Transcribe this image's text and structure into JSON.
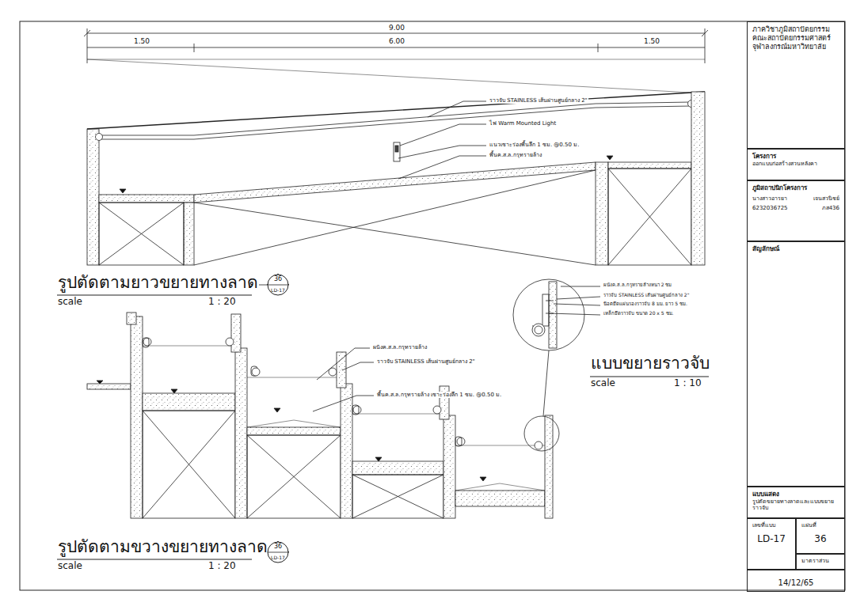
{
  "diagram": {
    "nodes": [
      {
        "text": [
          "ภาควิชาภูมิสถาปัตยกรรม",
          "คณะสถาปัตยกรรมศาสตร์",
          "จุฬาลงกรณ์มหาวิทยาลัย"
        ]
      },
      {
        "text": [
          "โครงการ",
          "ออกแบบก่อสร้างสวนหลังคา"
        ]
      },
      {
        "text": [
          "ภูมิสถาปนิกโครงการ",
          "นางสาวอารยา",
          "เจนสวนิชย์",
          "6232036725",
          "ภส436"
        ]
      },
      {
        "text": [
          "สัญลักษณ์"
        ]
      },
      {
        "text": [
          "แบบแสดง",
          "รูปตัดขยายทางลาดและแบบขยายราวจับ"
        ]
      },
      {
        "text": [
          "เลขที่แบบ",
          "LD-17"
        ]
      },
      {
        "text": [
          "แผ่นที่",
          "36"
        ]
      },
      {
        "text": [
          "มาตราส่วน"
        ]
      },
      {
        "text": [
          "14/12/65"
        ]
      },
      {
        "text": [
          "36",
          "LD-17"
        ]
      },
      {
        "text": [
          "36",
          "LD-17"
        ]
      }
    ],
    "labels": [
      "9.00",
      "1.50",
      "6.00",
      "1.50",
      "ราวจับ STAINLESS เส้นผ่านศูนย์กลาง 2\"",
      "ไฟ Warm Mounted Light",
      "แนวเซาะร่องพื้นลึก 1 ซม. @0.50 ม.",
      "พื้นค.ส.ล.กรุทรายล้าง",
      "รูปตัดตามยาวขยายทางลาด",
      "scale",
      "1 : 20",
      "ผนังค.ส.ล.กรุทรายล้าง",
      "ราวจับ STAINLESS เส้นผ่านศูนย์กลาง 2\"",
      "พื้นค.ส.ล.กรุทรายล้าง เซาะร่องลึก 1 ซม. @0.50 ม.",
      "รูปตัดตามขวางขยายทางลาด",
      "scale",
      "1 : 20",
      "ผนังค.ส.ล.กรุทรายล้างหนา 2 ซม",
      "ราวจับ STAINLESS เส้นผ่านศูนย์กลาง 2\"",
      "น๊อตยึดแผ่นรองราวจับ 8 มม. ยาว 5 ซม.",
      "เหล็กยึดราวจับ ขนาด 20 x 5 ซม.",
      "แบบขยายราวจับ",
      "scale",
      "1 : 10"
    ]
  }
}
